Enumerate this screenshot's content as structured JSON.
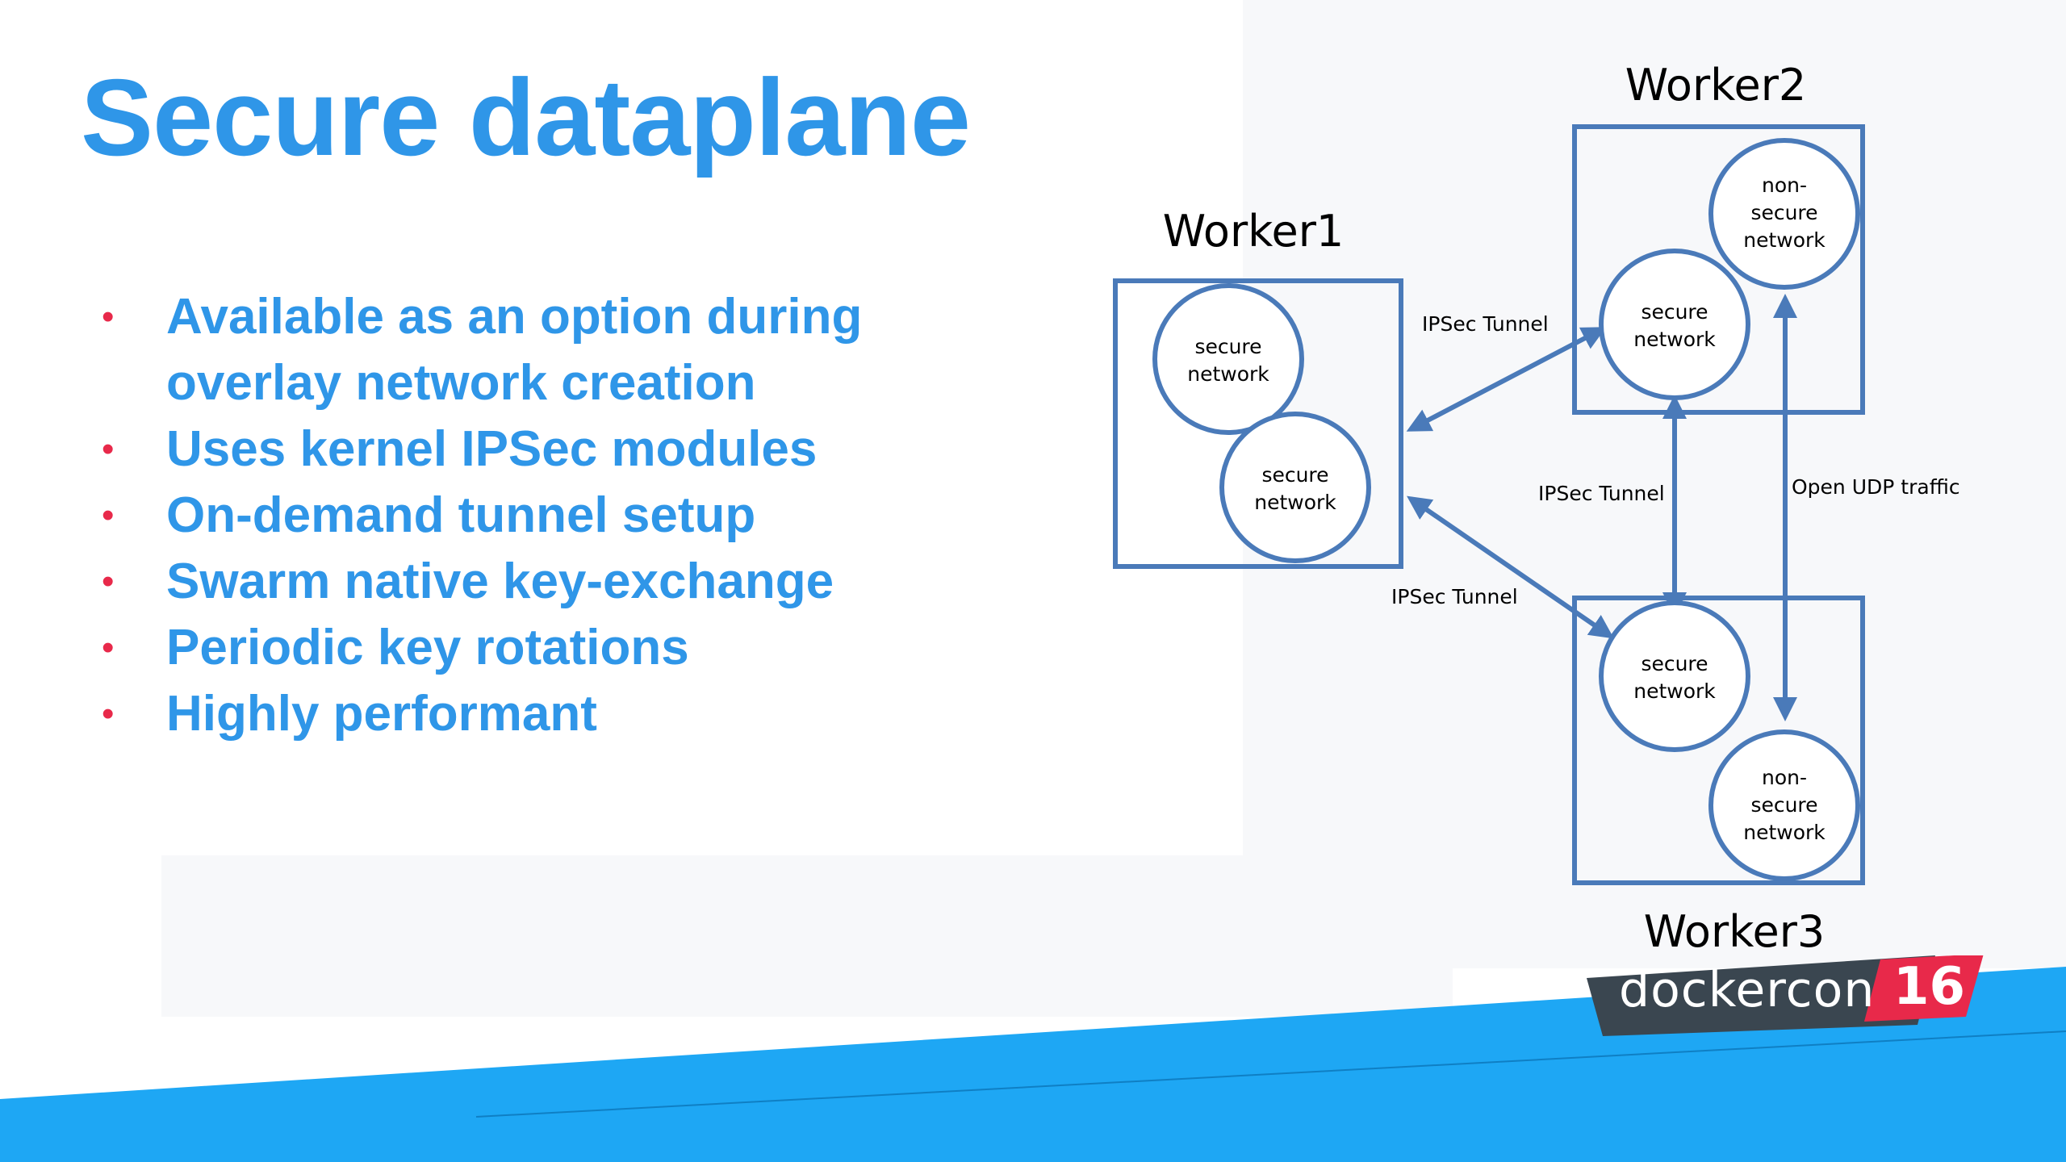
{
  "slide": {
    "title": "Secure dataplane",
    "bullets": [
      "Available as an option during overlay network creation",
      "Uses kernel IPSec modules",
      "On-demand tunnel setup",
      "Swarm native key-exchange",
      "Periodic key rotations",
      "Highly performant"
    ],
    "bullet_glyph": "•"
  },
  "diagram": {
    "workers": {
      "worker1": "Worker1",
      "worker2": "Worker2",
      "worker3": "Worker3"
    },
    "nodes": {
      "secure": [
        "secure",
        "network"
      ],
      "non_secure": [
        "non-",
        "secure",
        "network"
      ]
    },
    "links": {
      "w1_w2": "IPSec Tunnel",
      "w2_w3": "IPSec Tunnel",
      "w1_w3": "IPSec Tunnel",
      "open_udp": "Open UDP traffic"
    }
  },
  "logo": {
    "text": "dockercon",
    "year": "16"
  },
  "colors": {
    "title": "#2f96e8",
    "bullet_dot": "#e8294a",
    "diagram_stroke": "#4a7ab9",
    "footer_band": "#1ea7f4",
    "logo_bg": "#3a4650",
    "logo_accent": "#e8294a"
  }
}
